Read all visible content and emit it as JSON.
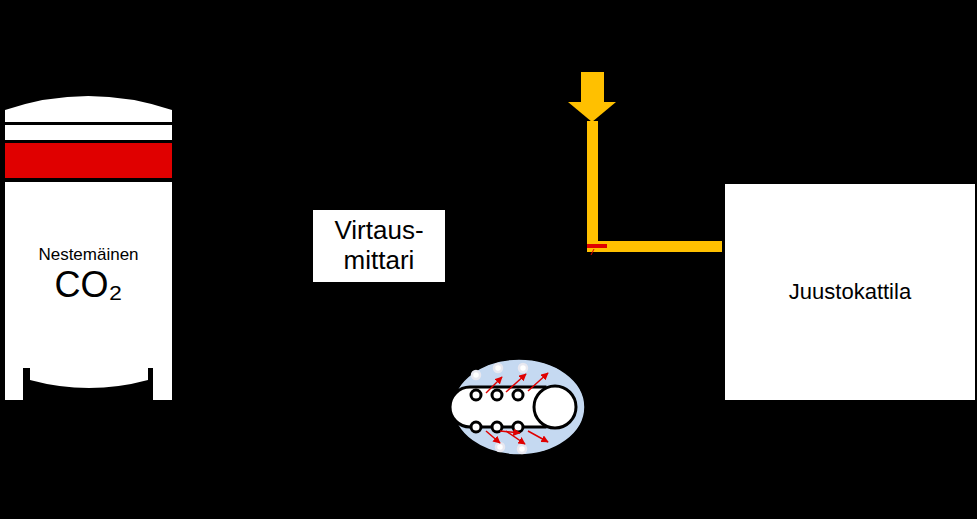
{
  "diagram": {
    "nodes": [
      {
        "text": [
          "Nestemäinen",
          "CO₂"
        ]
      },
      {
        "text": [
          "Virtaus- mittari"
        ]
      },
      {
        "text": [
          "Juustokattila"
        ]
      }
    ]
  }
}
